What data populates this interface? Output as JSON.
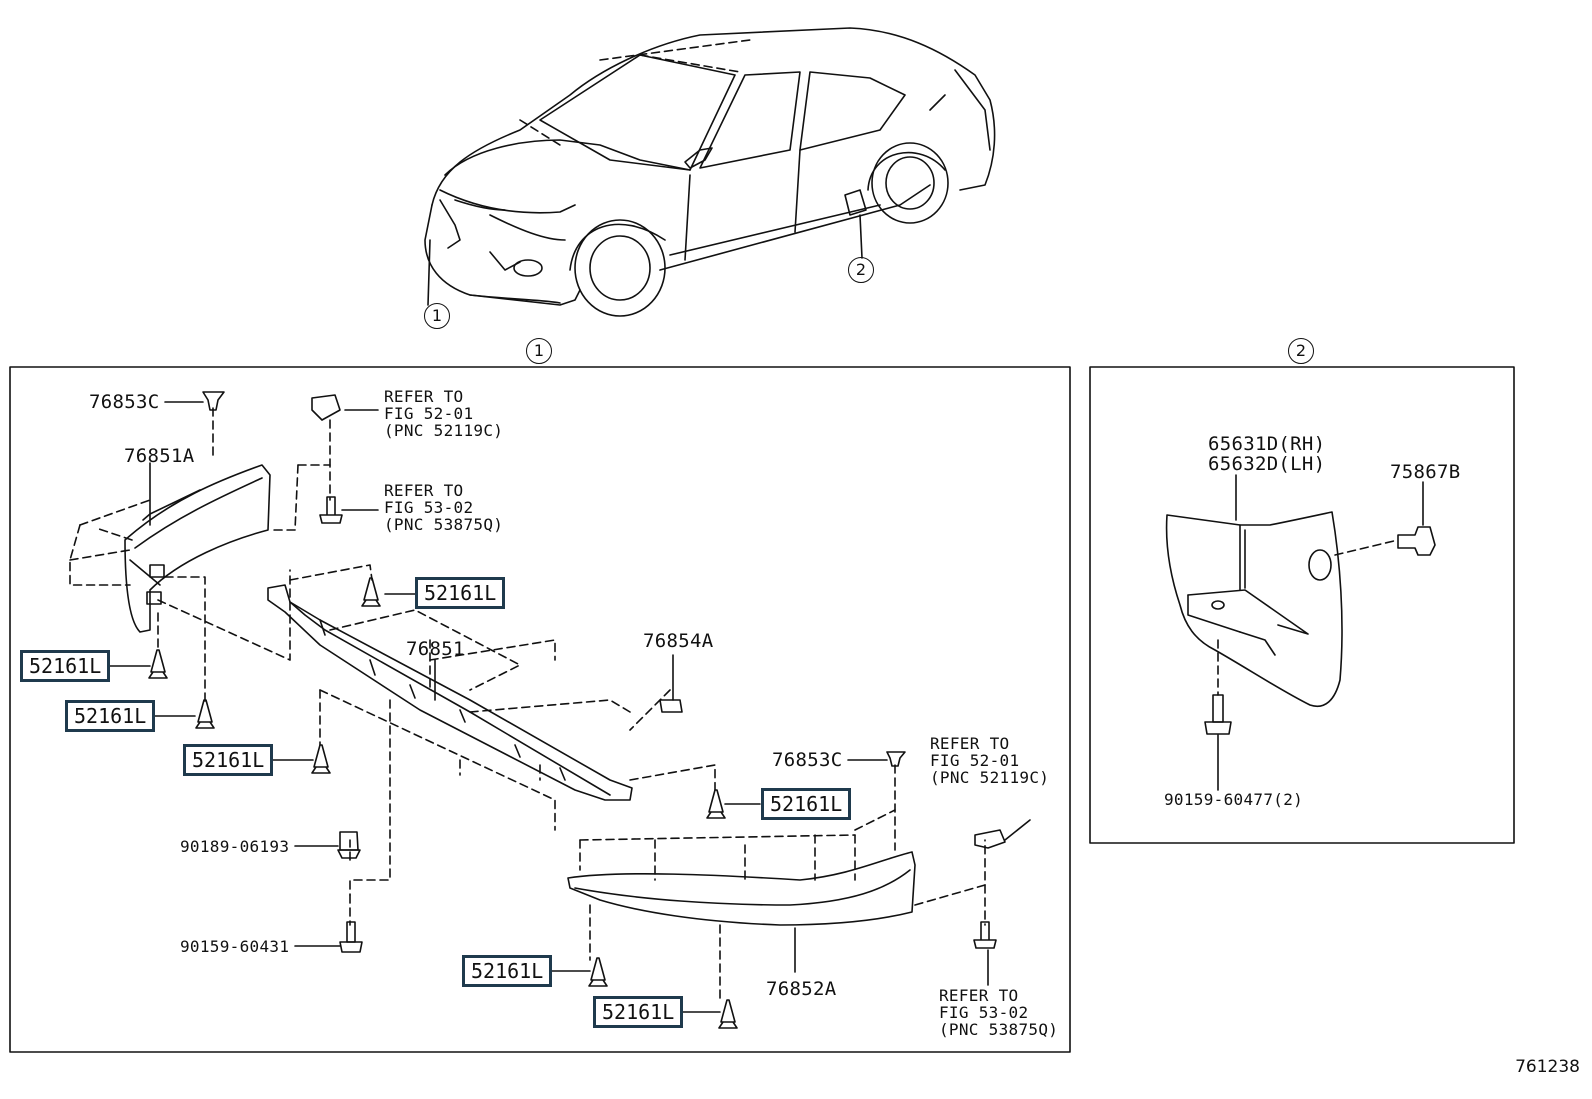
{
  "callouts": {
    "one": "1",
    "two": "2"
  },
  "panel1": {
    "labels": {
      "p76853c_top": "76853C",
      "p76851a": "76851A",
      "p76851": "76851",
      "p76854a": "76854A",
      "p76853c_right": "76853C",
      "p90189": "90189-06193",
      "p90159_60431": "90159-60431",
      "p76852a": "76852A"
    },
    "boxed_part": "52161L",
    "refs": {
      "ref1": "REFER TO\nFIG 52-01\n(PNC 52119C)",
      "ref2": "REFER TO\nFIG 53-02\n(PNC 53875Q)",
      "ref3": "REFER TO\nFIG 52-01\n(PNC 52119C)",
      "ref4": "REFER TO\nFIG 53-02\n(PNC 53875Q)"
    }
  },
  "panel2": {
    "labels": {
      "p65631d": "65631D(RH)",
      "p65632d": "65632D(LH)",
      "p75867b": "75867B",
      "p90159_60477": "90159-60477(2)"
    }
  },
  "figure_number": "761238"
}
